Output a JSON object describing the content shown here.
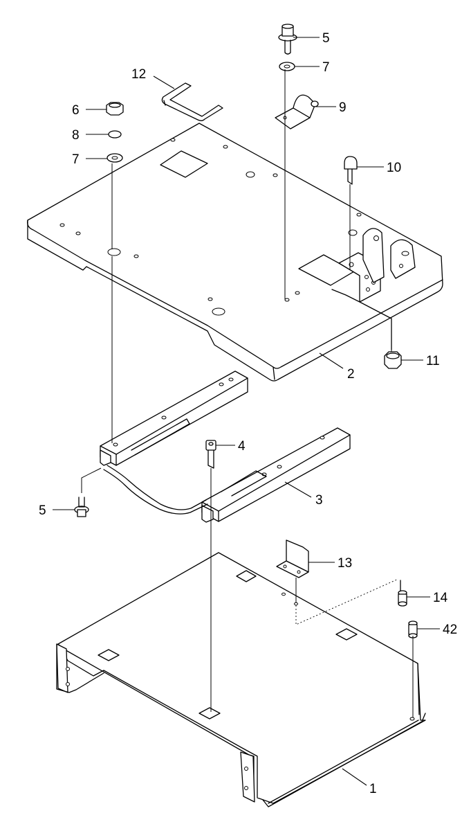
{
  "diagram": {
    "callouts": [
      {
        "id": "c5a",
        "text": "5"
      },
      {
        "id": "c7a",
        "text": "7"
      },
      {
        "id": "c12",
        "text": "12"
      },
      {
        "id": "c9",
        "text": "9"
      },
      {
        "id": "c6",
        "text": "6"
      },
      {
        "id": "c8",
        "text": "8"
      },
      {
        "id": "c7b",
        "text": "7"
      },
      {
        "id": "c10",
        "text": "10"
      },
      {
        "id": "c11",
        "text": "11"
      },
      {
        "id": "c2",
        "text": "2"
      },
      {
        "id": "c4",
        "text": "4"
      },
      {
        "id": "c5b",
        "text": "5"
      },
      {
        "id": "c3",
        "text": "3"
      },
      {
        "id": "c13",
        "text": "13"
      },
      {
        "id": "c14",
        "text": "14"
      },
      {
        "id": "c42",
        "text": "42"
      },
      {
        "id": "c1",
        "text": "1"
      }
    ]
  }
}
